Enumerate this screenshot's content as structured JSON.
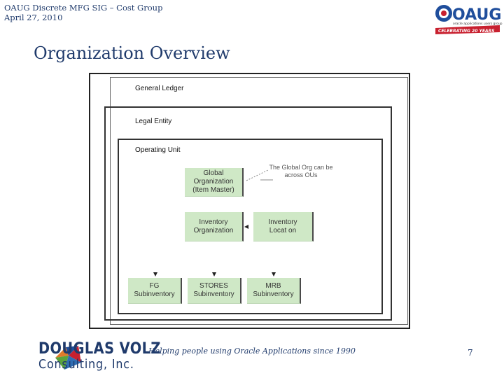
{
  "header": {
    "line1": "OAUG Discrete MFG SIG – Cost Group",
    "line2": "April 27, 2010"
  },
  "oaug_logo": {
    "brand": "OAUG",
    "tagline": "oracle applications users group",
    "banner": "CELEBRATING 20 YEARS"
  },
  "title": "Organization Overview",
  "diagram": {
    "containers": {
      "general_ledger": "General Ledger",
      "legal_entity": "Legal Entity",
      "operating_unit": "Operating Unit"
    },
    "nodes": {
      "global_org": "Global\nOrganization\n(Item Master)",
      "inventory_org": "Inventory\nOrganization",
      "inventory_location": "Inventory\nLocat on",
      "fg": "FG\nSubinventory",
      "stores": "STORES\nSubinventory",
      "mrb": "MRB\nSubinventory"
    },
    "annotation": "The Global Org can be across OUs",
    "colors": {
      "node_fill": "#cfe8c6",
      "border": "#333333"
    }
  },
  "footer": {
    "tagline": "Helping people using Oracle Applications since 1990",
    "page_number": "7",
    "company_line1": "DOUGLAS VOLZ",
    "company_line2": "Consulting, Inc."
  },
  "icons": {
    "oaug_logo": "oaug-logo-icon",
    "dv_logo": "douglas-volz-logo-icon"
  }
}
